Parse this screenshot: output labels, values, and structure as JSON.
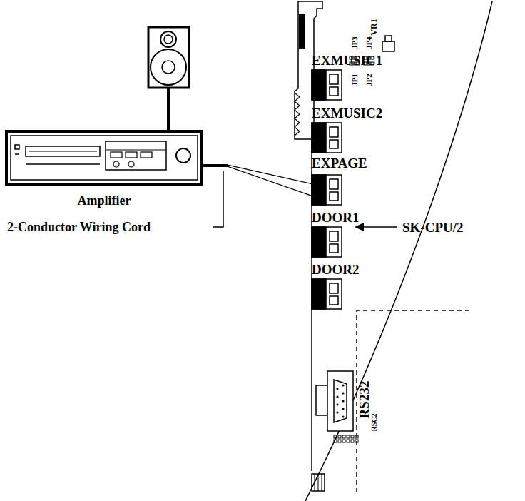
{
  "diagram": {
    "nodes": [
      {
        "text": [
          "Amplifier"
        ]
      },
      {
        "text": [
          "EXPAGE"
        ]
      }
    ],
    "edges": [
      {
        "from": 0,
        "to": 1,
        "arrow": "none"
      }
    ],
    "labels": [
      "VR1",
      "JP3",
      "JP4",
      "JP1",
      "JP2",
      "EXMUSIC1",
      "EXMUSIC2",
      "DOOR1",
      "DOOR2",
      "SK-CPU/2",
      "RS232",
      "RSC2",
      "2-Conductor Wiring Cord"
    ]
  }
}
